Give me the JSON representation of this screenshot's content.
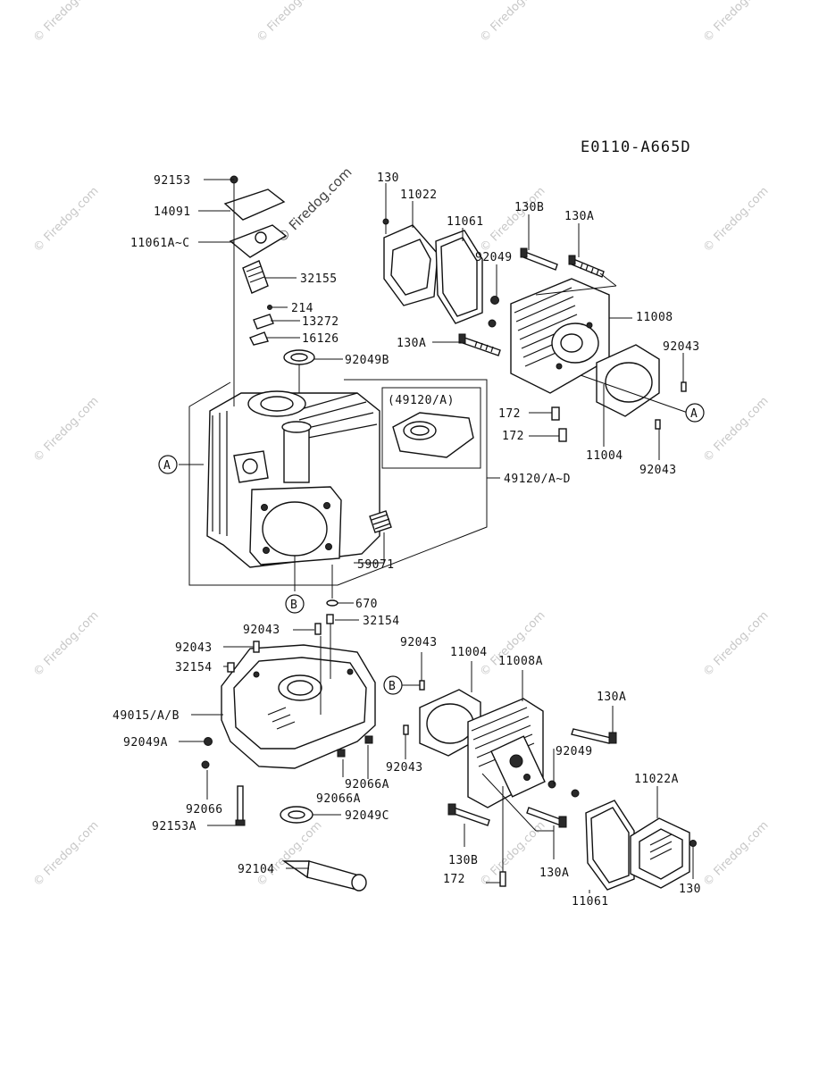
{
  "diagram_code": "E0110-A665D",
  "watermark_text": "© Firedog.com",
  "callouts": {
    "a": "A",
    "b": "B"
  },
  "inset_label": "(49120/A)",
  "part_labels": {
    "l92153": "92153",
    "l14091": "14091",
    "l11061ac": "11061A~C",
    "l32155": "32155",
    "l214": "214",
    "l13272": "13272",
    "l16126": "16126",
    "l92049b": "92049B",
    "l49120ad": "49120/A~D",
    "l59071": "59071",
    "l670": "670",
    "l130_top": "130",
    "l11022": "11022",
    "l11061_top": "11061",
    "l130b_top": "130B",
    "l130a_top": "130A",
    "l92049_top": "92049",
    "l11008": "11008",
    "l130a_mid": "130A",
    "l92043_r1": "92043",
    "l172_a": "172",
    "l172_b": "172",
    "l11004_top": "11004",
    "l92043_r2": "92043",
    "l92043_c": "92043",
    "l32154_c": "32154",
    "l92043_l": "92043",
    "l32154_l": "32154",
    "l49015": "49015/A/B",
    "l92049a": "92049A",
    "l92066": "92066",
    "l92066a_1": "92066A",
    "l92066a_2": "92066A",
    "l92049c": "92049C",
    "l92153a": "92153A",
    "l92104": "92104",
    "l92043_b1": "92043",
    "l11004_b": "11004",
    "l11008a": "11008A",
    "l130a_b1": "130A",
    "l92049_b": "92049",
    "l92043_b2": "92043",
    "l11022a": "11022A",
    "l130b_b": "130B",
    "l130a_b2": "130A",
    "l172_c": "172",
    "l11061_b": "11061",
    "l130_b": "130"
  }
}
